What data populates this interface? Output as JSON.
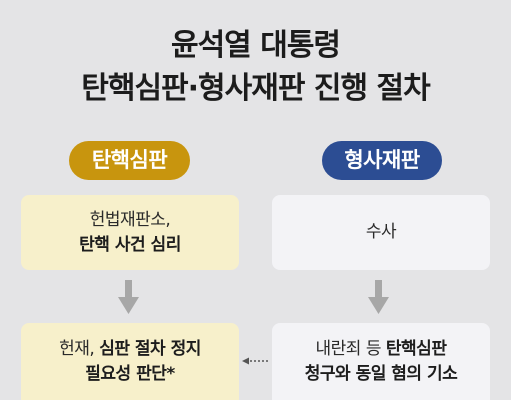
{
  "title": {
    "line1": "윤석열 대통령",
    "line2": "탄핵심판·형사재판 진행 절차"
  },
  "columns": {
    "left": {
      "label": "탄핵심판",
      "color": "#c8950e",
      "step1": {
        "line1": "헌법재판소,",
        "line2": "탄핵 사건 심리"
      },
      "step2": {
        "line1_plain": "헌재, ",
        "line1_bold": "심판 절차 정지",
        "line2": "필요성 판단*"
      }
    },
    "right": {
      "label": "형사재판",
      "color": "#2c4d93",
      "step1": {
        "line1": "수사"
      },
      "step2": {
        "line1_plain": "내란죄 등 ",
        "line1_bold": "탄핵심판",
        "line2": "청구와 동일 혐의 기소"
      }
    }
  }
}
